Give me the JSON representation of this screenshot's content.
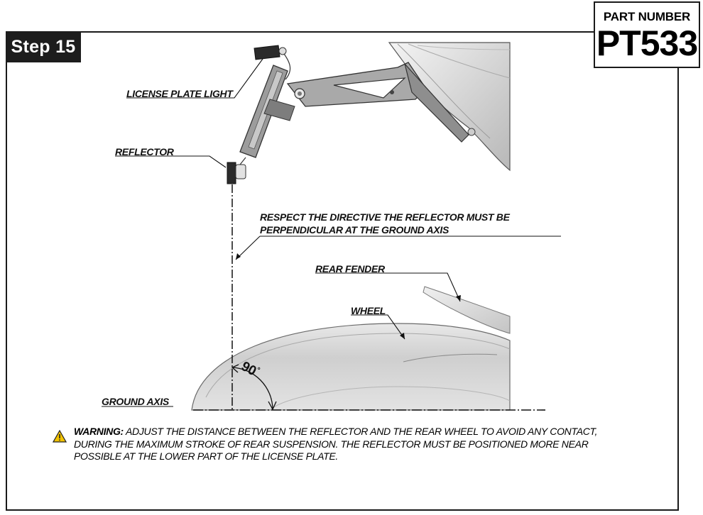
{
  "step": {
    "label": "Step 15"
  },
  "part": {
    "label": "PART NUMBER",
    "number": "PT533"
  },
  "labels": {
    "license_plate_light": "LICENSE PLATE LIGHT",
    "reflector": "REFLECTOR",
    "directive_line1": "RESPECT THE DIRECTIVE THE REFLECTOR MUST BE",
    "directive_line2": "PERPENDICULAR AT THE GROUND AXIS",
    "rear_fender": "REAR FENDER",
    "wheel": "WHEEL",
    "angle": "90",
    "angle_unit": "°",
    "ground_axis": "GROUND AXIS"
  },
  "warning": {
    "icon": "warning-triangle-icon",
    "heading": "WARNING:",
    "line1": " ADJUST THE DISTANCE BETWEEN THE REFLECTOR AND THE REAR WHEEL TO AVOID ANY CONTACT,",
    "line2": "DURING THE MAXIMUM STROKE OF REAR SUSPENSION. THE REFLECTOR MUST BE POSITIONED MORE NEAR",
    "line3": "POSSIBLE AT THE LOWER PART OF THE LICENSE PLATE."
  }
}
